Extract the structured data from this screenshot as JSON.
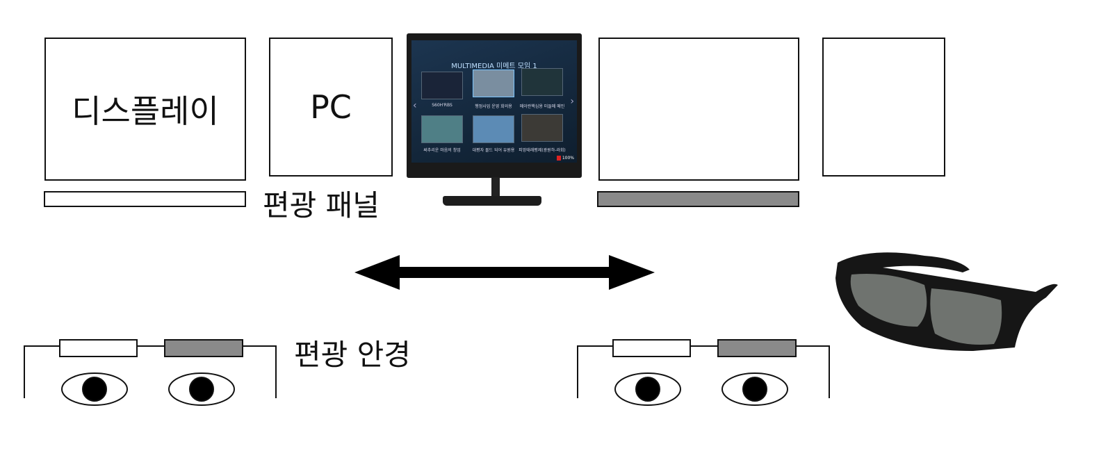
{
  "display_box": {
    "label": "디스플레이"
  },
  "pc_box": {
    "label": "PC"
  },
  "panel_label": "편광 패널",
  "glasses_label": "편광 안경",
  "monitor": {
    "title": "MULTIMEDIA 미메트 모임 1",
    "captions": [
      "S60H'RBS",
      "행정사업 운영 회의용",
      "메이란핵심용 미들메 메인",
      "써추리운 마음의 창업",
      "대평자 몰드 되어 유원용",
      "피망태래평제(광원하-라회)"
    ],
    "badge": "100%"
  },
  "colors": {
    "gray_polarizer": "#8a8a8a",
    "line": "#111111"
  }
}
